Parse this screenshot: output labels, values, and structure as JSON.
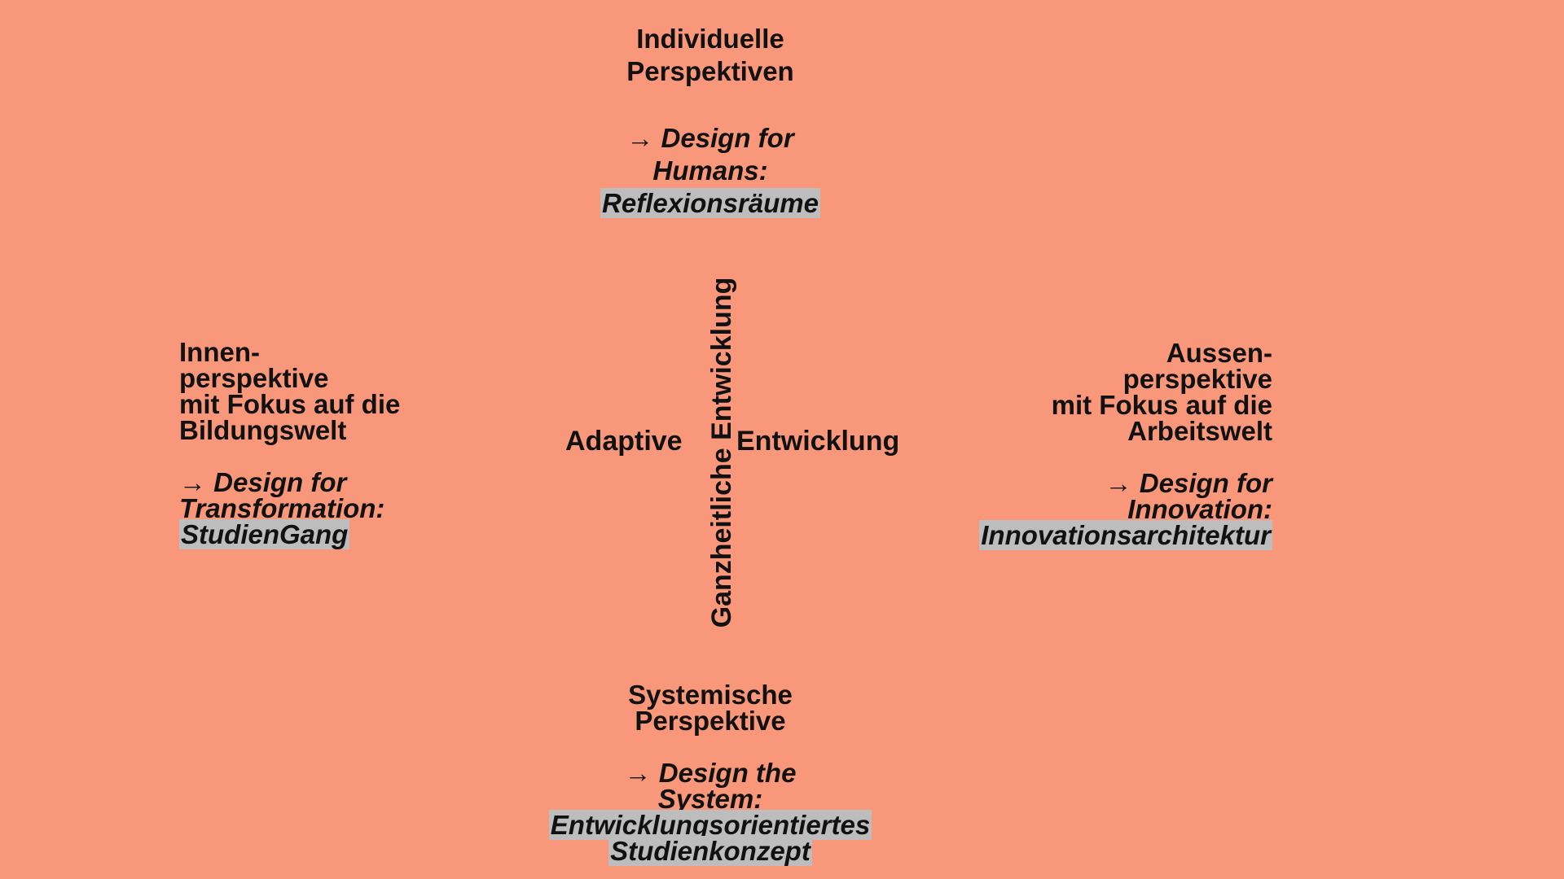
{
  "top": {
    "heading": [
      "Individuelle",
      "Perspektiven"
    ],
    "design_lines": [
      "→ Design for",
      "Humans:"
    ],
    "highlight": "Reflexionsräume"
  },
  "left": {
    "heading": [
      "Innen-",
      "perspektive",
      "mit Fokus auf die",
      "Bildungswelt"
    ],
    "design_lines": [
      "→ Design for",
      "Transformation:"
    ],
    "highlight": "StudienGang"
  },
  "right": {
    "heading": [
      "Aussen-",
      "perspektive",
      "mit Fokus auf die",
      "Arbeitswelt"
    ],
    "design_lines": [
      "→ Design for",
      "Innovation:"
    ],
    "highlight": "Innovationsarchitektur"
  },
  "bottom": {
    "heading": [
      "Systemische",
      "Perspektive"
    ],
    "design_lines": [
      "→ Design the",
      "System:"
    ],
    "highlight": [
      "Entwicklungsorientiertes",
      "Studienkonzept"
    ]
  },
  "axes": {
    "horizontal_left": "Adaptive",
    "horizontal_right": "Entwicklung",
    "vertical": "Ganzheitliche Entwicklung"
  },
  "colors": {
    "background": "#f8977a",
    "text": "#111111",
    "highlight": "#bdbdbd"
  }
}
